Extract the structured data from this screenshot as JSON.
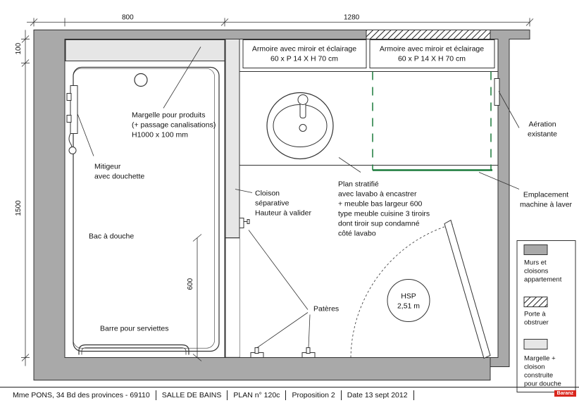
{
  "dimensions": {
    "top_left": "800",
    "top_right": "1280",
    "left_small": "100",
    "left_large": "1500",
    "inner_vertical": "600"
  },
  "labels": {
    "armoire_left_1": "Armoire avec miroir et éclairage",
    "armoire_left_2": "60 x P 14 X H 70 cm",
    "armoire_right_1": "Armoire avec miroir et éclairage",
    "armoire_right_2": "60 x P 14 X H 70 cm",
    "margelle_1": "Margelle pour produits",
    "margelle_2": "(+ passage canalisations)",
    "margelle_3": "H1000  x 100 mm",
    "mitigeur_1": "Mitigeur",
    "mitigeur_2": "avec douchette",
    "aeration_1": "Aération",
    "aeration_2": "existante",
    "cloison_1": "Cloison",
    "cloison_2": "séparative",
    "cloison_3": "Hauteur à valider",
    "plan_1": "Plan stratifié",
    "plan_2": "avec lavabo à encastrer",
    "plan_3": "+ meuble bas largeur 600",
    "plan_4": "type meuble cuisine 3 tiroirs",
    "plan_5": "dont tiroir sup condamné",
    "plan_6": "côté lavabo",
    "machine_1": "Emplacement",
    "machine_2": "machine à laver",
    "bac": "Bac à douche",
    "pateres": "Patères",
    "barre": "Barre pour serviettes",
    "hsp_1": "HSP",
    "hsp_2": "2,51 m"
  },
  "legend": {
    "murs_1": "Murs et",
    "murs_2": "cloisons",
    "murs_3": "appartement",
    "porte_1": "Porte à",
    "porte_2": "obstruer",
    "marg_1": "Margelle +",
    "marg_2": "cloison",
    "marg_3": "construite",
    "marg_4": "pour douche"
  },
  "footer": {
    "client": "Mme PONS, 34 Bd des provinces  - 69110",
    "room": "SALLE DE BAINS",
    "plan": "PLAN n° 120c",
    "proposition": "Proposition 2",
    "date": "Date 13 sept 2012",
    "brand": "Baranz"
  },
  "colors": {
    "wall": "#a9a9a9",
    "wall_stroke": "#333333",
    "margelle": "#e6e6e6",
    "green": "#1a7a3a",
    "brand": "#d9261c"
  }
}
